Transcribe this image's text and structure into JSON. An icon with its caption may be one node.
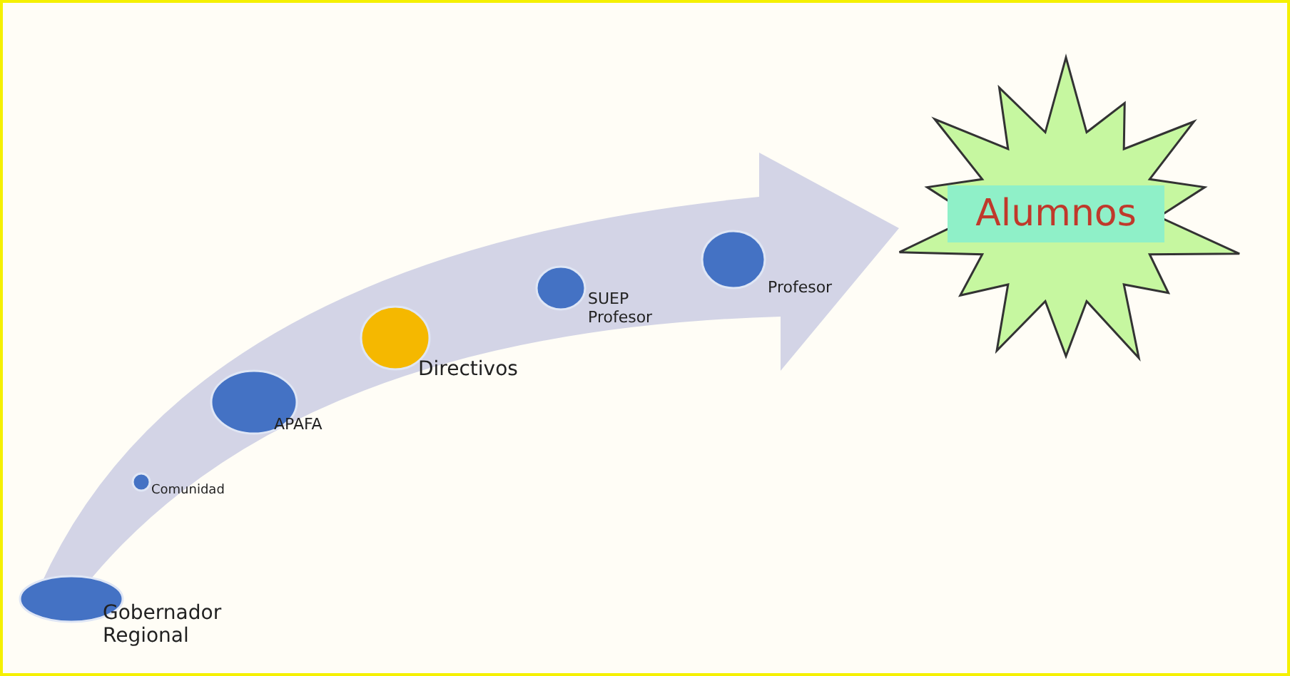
{
  "diagram": {
    "nodes": [
      {
        "text": [],
        "shape": "circle",
        "beside": [
          "Gobernador Regional"
        ]
      },
      {
        "text": [],
        "shape": "circle",
        "beside": [
          "Comunidad"
        ]
      },
      {
        "text": [],
        "shape": "circle",
        "beside": [
          "APAFA"
        ]
      },
      {
        "text": [],
        "shape": "circle",
        "beside": [
          "Directivos"
        ]
      },
      {
        "text": [],
        "shape": "circle",
        "beside": [
          "SUEP Profesor"
        ]
      },
      {
        "text": [],
        "shape": "circle",
        "beside": [
          "Profesor"
        ]
      },
      {
        "text": [
          "Alumnos"
        ]
      }
    ],
    "edges": [
      {
        "from": 0,
        "to": 6,
        "arrow": "to",
        "style": "thick"
      }
    ]
  }
}
